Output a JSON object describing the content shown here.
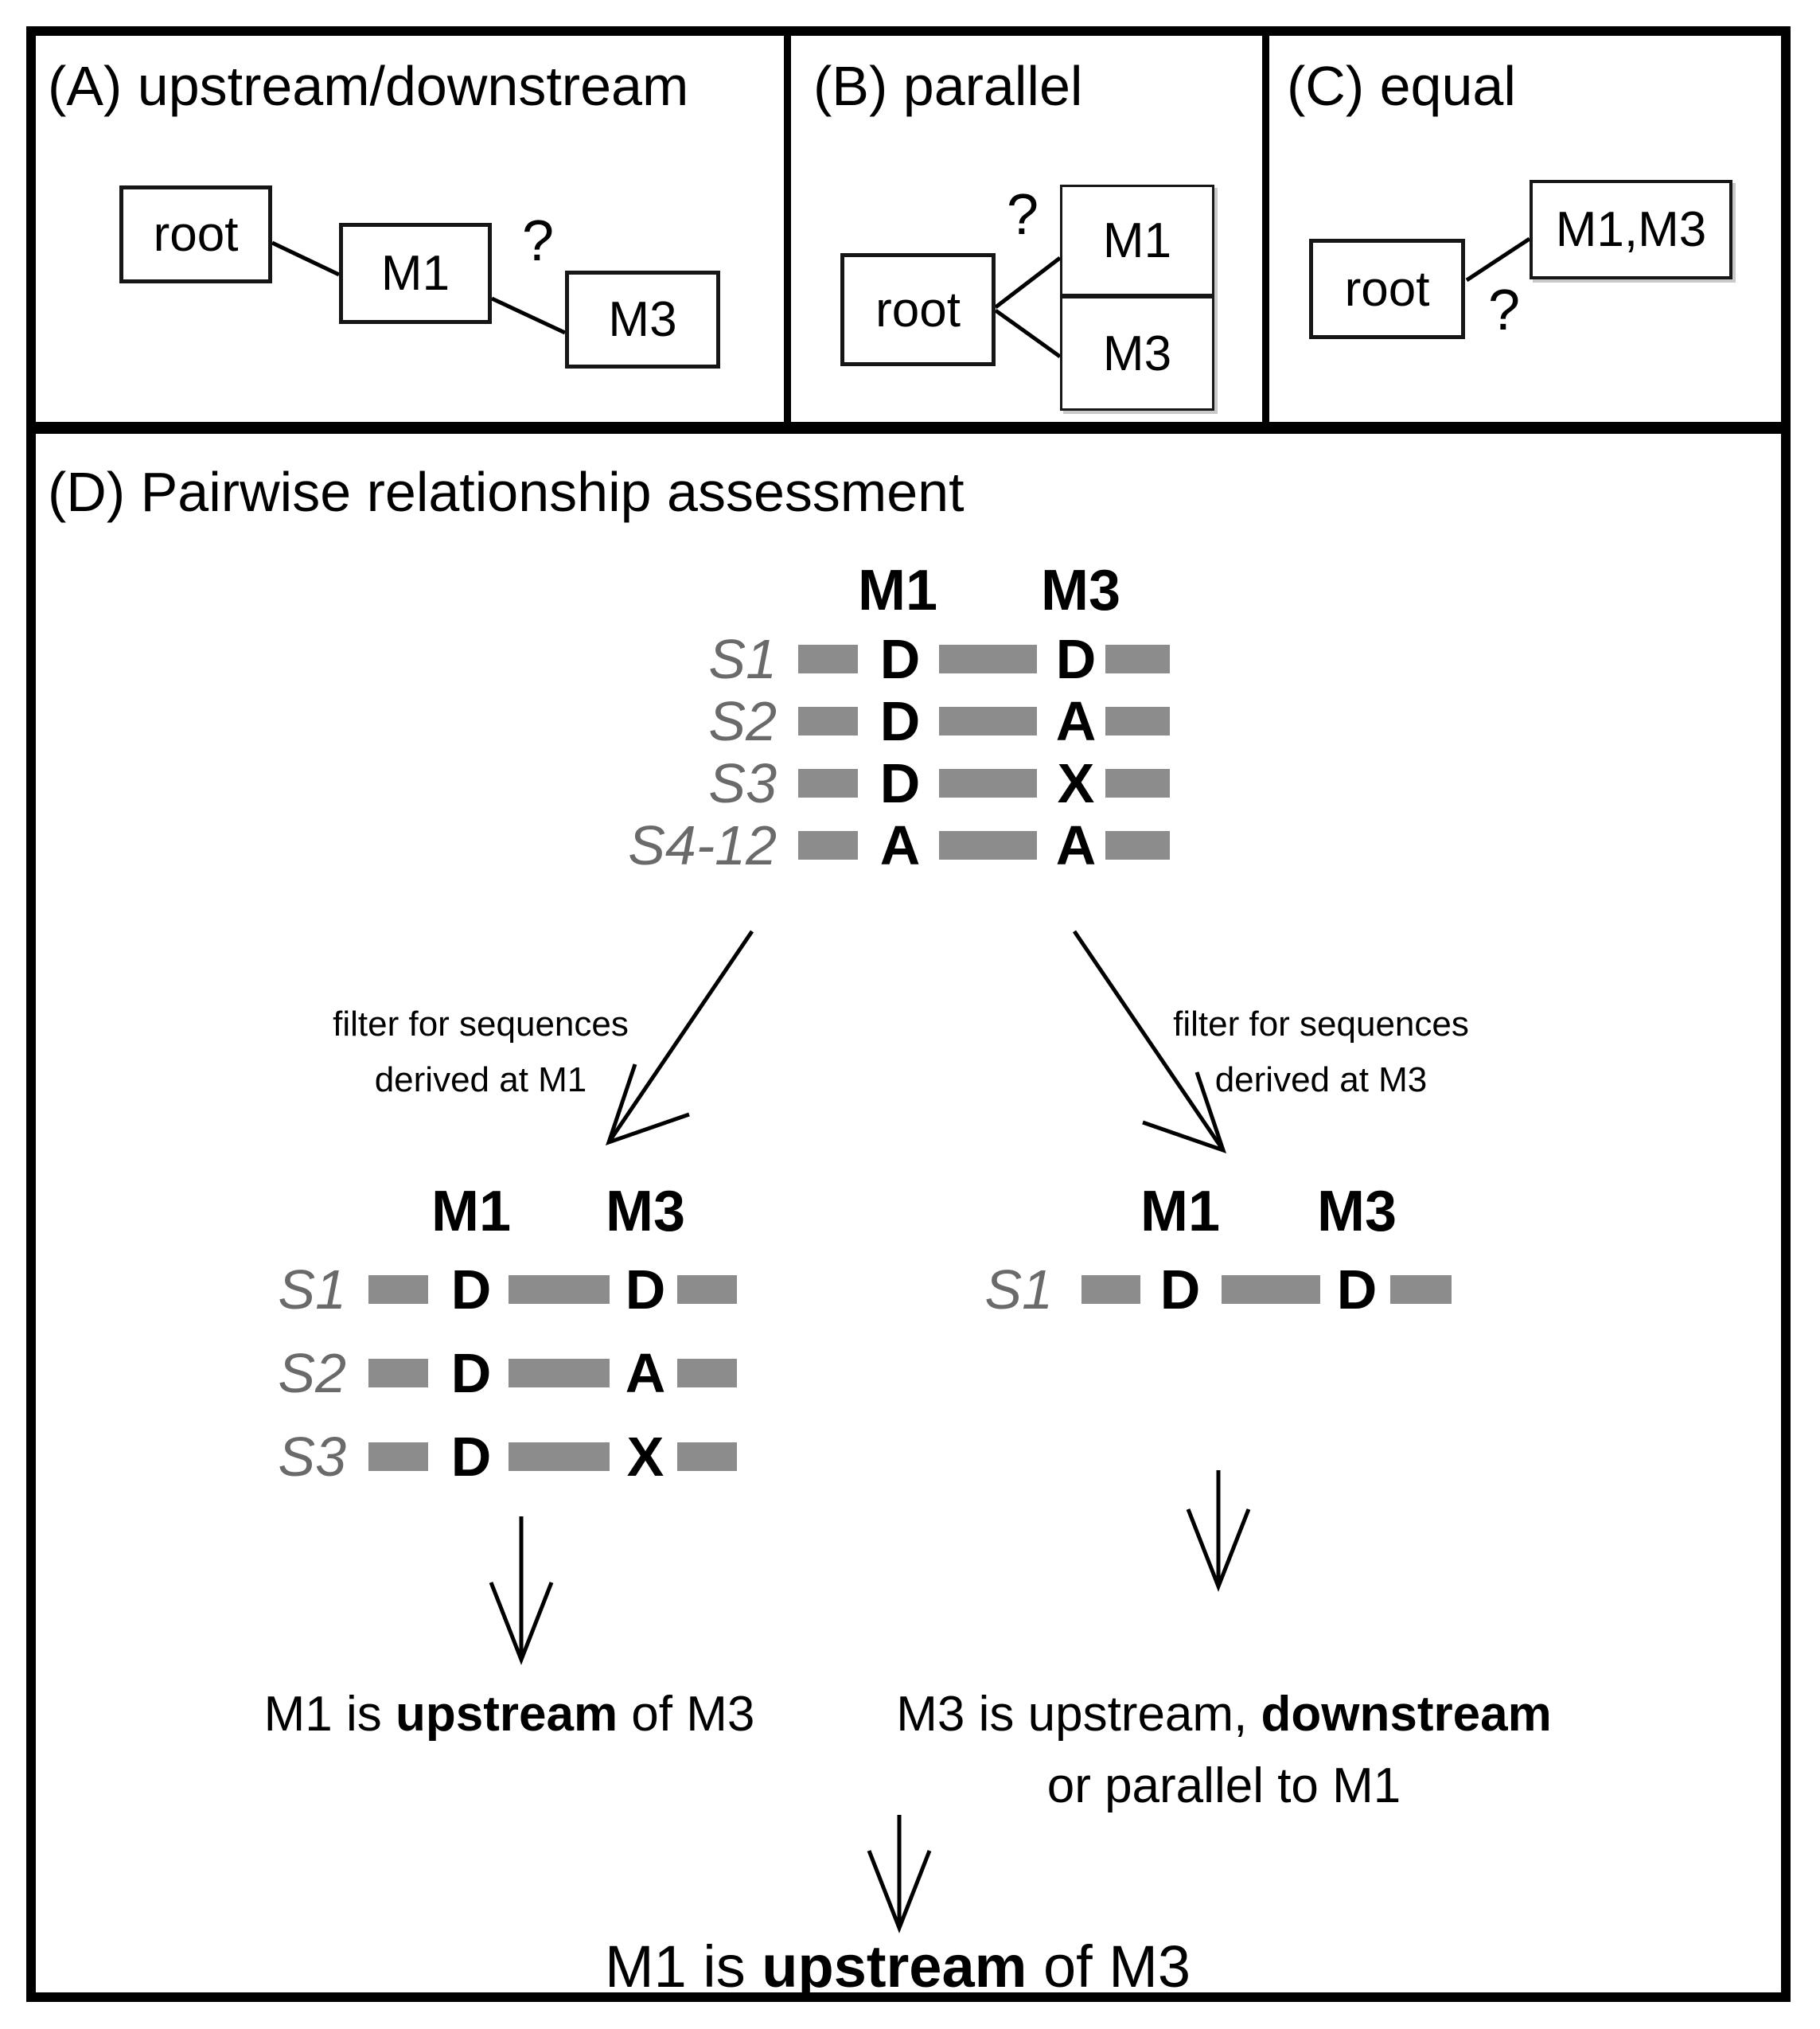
{
  "panel_a": {
    "title": "(A) upstream/downstream",
    "root": "root",
    "m1": "M1",
    "m3": "M3",
    "question": "?"
  },
  "panel_b": {
    "title": "(B) parallel",
    "root": "root",
    "m1": "M1",
    "m3": "M3",
    "question": "?"
  },
  "panel_c": {
    "title": "(C) equal",
    "root": "root",
    "m1m3": "M1,M3",
    "question": "?"
  },
  "panel_d": {
    "title": "(D) Pairwise relationship assessment",
    "main_table": {
      "headers": [
        "M1",
        "M3"
      ],
      "rows": [
        {
          "label": "S1",
          "cells": [
            "D",
            "D"
          ]
        },
        {
          "label": "S2",
          "cells": [
            "D",
            "A"
          ]
        },
        {
          "label": "S3",
          "cells": [
            "D",
            "X"
          ]
        },
        {
          "label": "S4-12",
          "cells": [
            "A",
            "A"
          ]
        }
      ]
    },
    "filter_left": {
      "line1": "filter for sequences",
      "line2": "derived at M1"
    },
    "filter_right": {
      "line1": "filter for sequences",
      "line2": "derived at M3"
    },
    "left_table": {
      "headers": [
        "M1",
        "M3"
      ],
      "rows": [
        {
          "label": "S1",
          "cells": [
            "D",
            "D"
          ]
        },
        {
          "label": "S2",
          "cells": [
            "D",
            "A"
          ]
        },
        {
          "label": "S3",
          "cells": [
            "D",
            "X"
          ]
        }
      ]
    },
    "right_table": {
      "headers": [
        "M1",
        "M3"
      ],
      "rows": [
        {
          "label": "S1",
          "cells": [
            "D",
            "D"
          ]
        }
      ]
    },
    "result_left": {
      "pre": "M1 is ",
      "bold": "upstream",
      "post": " of M3"
    },
    "result_right": {
      "line1_pre": "M3 is upstream, ",
      "line1_bold": "downstream",
      "line2": "or parallel to M1"
    },
    "final": {
      "pre": "M1 is ",
      "bold": "upstream",
      "post": " of M3"
    }
  },
  "colors": {
    "bar": "#8c8c8c",
    "row_label": "#6a6a6a",
    "line": "#000000"
  }
}
